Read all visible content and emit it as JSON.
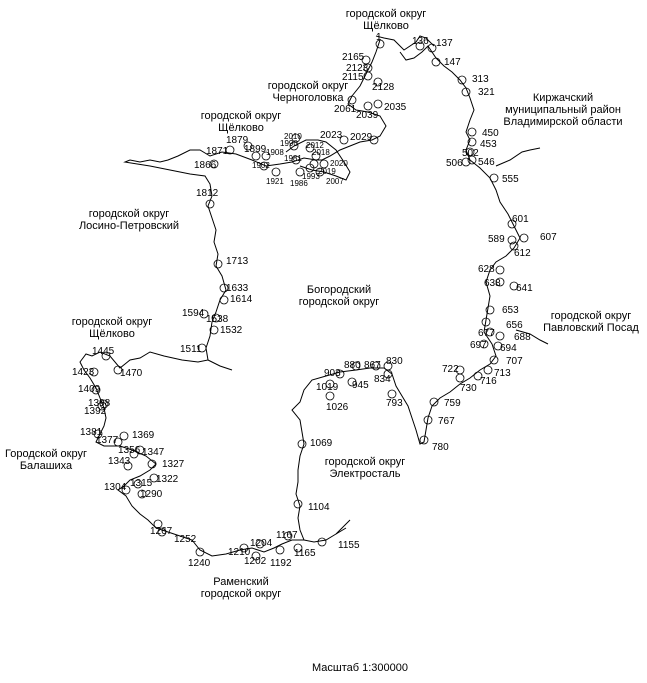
{
  "regions": [
    {
      "id": "shchelkovo_top",
      "text": "городской округ\nЩёлково"
    },
    {
      "id": "chernogolovka",
      "text": "городской округ\nЧерноголовка"
    },
    {
      "id": "shchelkovo_left_top",
      "text": "городской округ\nЩёлково"
    },
    {
      "id": "kirzhach",
      "text": "Киржачский\nмуниципальный район\nВладимирской области"
    },
    {
      "id": "losino",
      "text": "городской округ\nЛосино-Петровский"
    },
    {
      "id": "bogorodsky",
      "text": "Богородский\nгородской округ"
    },
    {
      "id": "pavlovsky",
      "text": "городской округ\nПавловский Посад"
    },
    {
      "id": "shchelkovo_left_mid",
      "text": "городской округ\nЩёлково"
    },
    {
      "id": "balashikha",
      "text": "Городской округ\nБалашиха"
    },
    {
      "id": "elektrostal",
      "text": "городской округ\nЭлектросталь"
    },
    {
      "id": "ramensky",
      "text": "Раменский\nгородской округ"
    }
  ],
  "points": [
    {
      "label": "1"
    },
    {
      "label": "2165"
    },
    {
      "label": "2123"
    },
    {
      "label": "2115"
    },
    {
      "label": "2128"
    },
    {
      "label": "2061"
    },
    {
      "label": "2039"
    },
    {
      "label": "2035"
    },
    {
      "label": "2023"
    },
    {
      "label": "2029"
    },
    {
      "label": "136"
    },
    {
      "label": "137"
    },
    {
      "label": "147"
    },
    {
      "label": "313"
    },
    {
      "label": "321"
    },
    {
      "label": "450"
    },
    {
      "label": "453"
    },
    {
      "label": "502"
    },
    {
      "label": "506"
    },
    {
      "label": "546"
    },
    {
      "label": "555"
    },
    {
      "label": "601"
    },
    {
      "label": "607"
    },
    {
      "label": "589"
    },
    {
      "label": "612"
    },
    {
      "label": "628"
    },
    {
      "label": "638"
    },
    {
      "label": "641"
    },
    {
      "label": "653"
    },
    {
      "label": "656"
    },
    {
      "label": "677"
    },
    {
      "label": "688"
    },
    {
      "label": "697"
    },
    {
      "label": "694"
    },
    {
      "label": "707"
    },
    {
      "label": "713"
    },
    {
      "label": "716"
    },
    {
      "label": "722"
    },
    {
      "label": "730"
    },
    {
      "label": "759"
    },
    {
      "label": "767"
    },
    {
      "label": "780"
    },
    {
      "label": "793"
    },
    {
      "label": "830"
    },
    {
      "label": "834"
    },
    {
      "label": "867"
    },
    {
      "label": "880"
    },
    {
      "label": "903"
    },
    {
      "label": "945"
    },
    {
      "label": "1019"
    },
    {
      "label": "1026"
    },
    {
      "label": "1069"
    },
    {
      "label": "1104"
    },
    {
      "label": "1155"
    },
    {
      "label": "1165"
    },
    {
      "label": "1167"
    },
    {
      "label": "1192"
    },
    {
      "label": "1202"
    },
    {
      "label": "1204"
    },
    {
      "label": "1210"
    },
    {
      "label": "1240"
    },
    {
      "label": "1252"
    },
    {
      "label": "1267"
    },
    {
      "label": "1290"
    },
    {
      "label": "1304"
    },
    {
      "label": "1315"
    },
    {
      "label": "1322"
    },
    {
      "label": "1327"
    },
    {
      "label": "1343"
    },
    {
      "label": "1347"
    },
    {
      "label": "1356"
    },
    {
      "label": "1369"
    },
    {
      "label": "1377"
    },
    {
      "label": "1381"
    },
    {
      "label": "1392"
    },
    {
      "label": "1398"
    },
    {
      "label": "1409"
    },
    {
      "label": "1423"
    },
    {
      "label": "1445"
    },
    {
      "label": "1470"
    },
    {
      "label": "1511"
    },
    {
      "label": "1532"
    },
    {
      "label": "1538"
    },
    {
      "label": "1594"
    },
    {
      "label": "1614"
    },
    {
      "label": "1633"
    },
    {
      "label": "1713"
    },
    {
      "label": "1812"
    },
    {
      "label": "1866"
    },
    {
      "label": "1871"
    },
    {
      "label": "1879"
    },
    {
      "label": "1899"
    },
    {
      "label": "1908"
    },
    {
      "label": "1902"
    },
    {
      "label": "1921"
    },
    {
      "label": "1981"
    },
    {
      "label": "1986"
    },
    {
      "label": "1990"
    },
    {
      "label": "2010"
    },
    {
      "label": "2012"
    },
    {
      "label": "2018"
    },
    {
      "label": "2020"
    },
    {
      "label": "2019"
    },
    {
      "label": "1993"
    },
    {
      "label": "2007"
    }
  ],
  "scale_text": "Масштаб 1:300000"
}
